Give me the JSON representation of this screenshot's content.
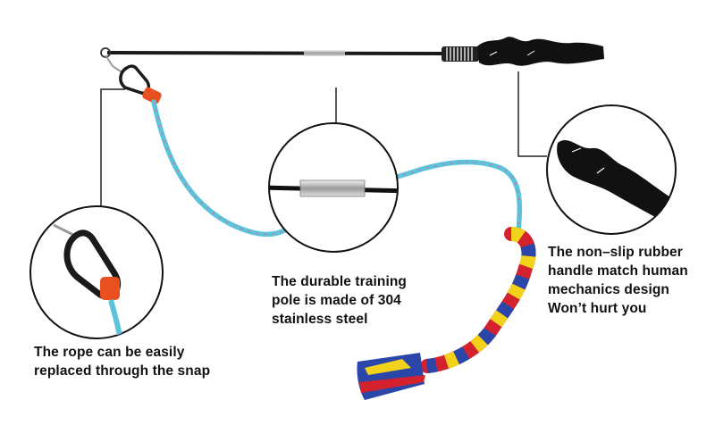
{
  "captions": {
    "rope": [
      "The rope can be easily",
      "replaced through the snap"
    ],
    "pole": [
      "The durable training",
      "pole is made of 304",
      "stainless steel"
    ],
    "handle": [
      "The non–slip rubber",
      "handle match human",
      "mechanics design",
      "Won’t hurt you"
    ]
  },
  "colors": {
    "rope": "#5cc3dc",
    "pole": "#1a1a1a",
    "steel": "#c8c8c8",
    "carabiner": "#1b1b1b",
    "stopper": "#e8501f",
    "braid_red": "#d3222d",
    "braid_yellow": "#f3d21c",
    "braid_blue": "#2a46a8"
  },
  "icons": [
    "carabiner-icon",
    "rope-stopper-icon",
    "braided-toy-icon",
    "rubber-handle-icon"
  ]
}
